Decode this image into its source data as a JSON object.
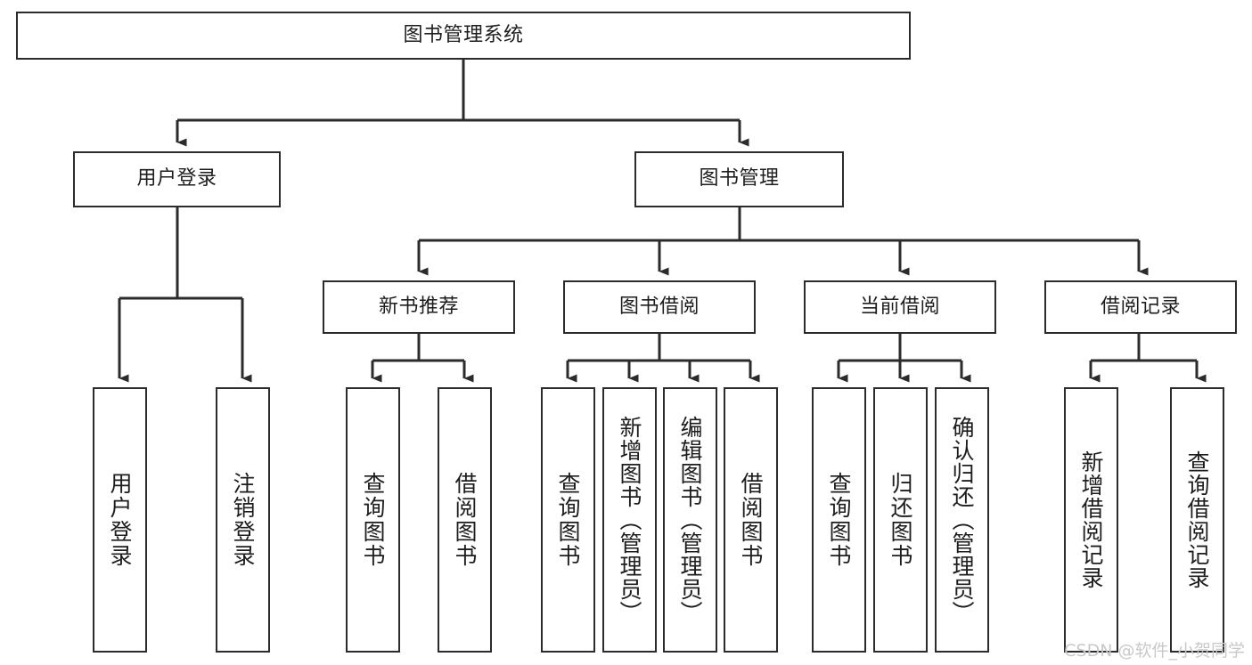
{
  "diagram": {
    "type": "tree-hierarchy-chart",
    "title": "图书管理系统",
    "orientation": "top-down",
    "colors": {
      "box_border": "#2b2b2b",
      "box_fill": "#ffffff",
      "connector": "#2b2b2b",
      "text": "#1d1d1d",
      "watermark": "#c9c9c9",
      "background": "#ffffff"
    },
    "root": {
      "id": "root",
      "label": "图书管理系统"
    },
    "level1": [
      {
        "id": "user-login",
        "label": "用户登录"
      },
      {
        "id": "book-manage",
        "label": "图书管理"
      }
    ],
    "level2": [
      {
        "id": "new-book-recommend",
        "label": "新书推荐",
        "parent": "book-manage"
      },
      {
        "id": "book-borrow",
        "label": "图书借阅",
        "parent": "book-manage"
      },
      {
        "id": "current-borrow",
        "label": "当前借阅",
        "parent": "book-manage"
      },
      {
        "id": "borrow-record",
        "label": "借阅记录",
        "parent": "book-manage"
      }
    ],
    "leaves": {
      "user-login": [
        {
          "id": "leaf-user-login",
          "label": "用户登录"
        },
        {
          "id": "leaf-user-logout",
          "label": "注销登录"
        }
      ],
      "new-book-recommend": [
        {
          "id": "leaf-query-book-1",
          "label": "查询图书"
        },
        {
          "id": "leaf-borrow-book-1",
          "label": "借阅图书"
        }
      ],
      "book-borrow": [
        {
          "id": "leaf-query-book-2",
          "label": "查询图书"
        },
        {
          "id": "leaf-add-book",
          "label": "新增图书（管理员）"
        },
        {
          "id": "leaf-edit-book",
          "label": "编辑图书（管理员）"
        },
        {
          "id": "leaf-borrow-book-2",
          "label": "借阅图书"
        }
      ],
      "current-borrow": [
        {
          "id": "leaf-query-book-3",
          "label": "查询图书"
        },
        {
          "id": "leaf-return-book",
          "label": "归还图书"
        },
        {
          "id": "leaf-confirm-return",
          "label": "确认归还（管理员）"
        }
      ],
      "borrow-record": [
        {
          "id": "leaf-add-record",
          "label": "新增借阅记录"
        },
        {
          "id": "leaf-query-record",
          "label": "查询借阅记录"
        }
      ]
    }
  },
  "watermark": {
    "text": "CSDN @软件_小贺同学"
  }
}
